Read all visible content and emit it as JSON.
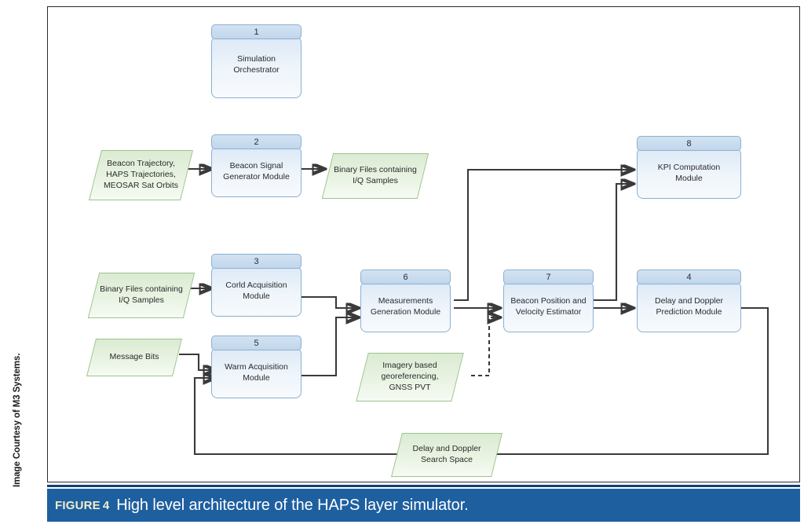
{
  "figure": {
    "tag": "FIGURE",
    "number": "4",
    "caption": "High level architecture of the HAPS layer simulator.",
    "credit": "Image Courtesy of M3 Systems.",
    "bar_color": "#1e5fa0",
    "tag_color": "#f2eecb"
  },
  "palette": {
    "process_fill": "#dce9f6",
    "process_border": "#8bb0d3",
    "data_fill": "#e4f0dc",
    "data_border": "#9cc48b",
    "connector": "#3a3a3a"
  },
  "nodes": [
    {
      "id": "1",
      "label": "Simulation Orchestrator"
    },
    {
      "id": "2",
      "label": "Beacon Signal\nGenerator Module"
    },
    {
      "id": "3",
      "label": "Corld Acquisition\nModule"
    },
    {
      "id": "4",
      "label": "Delay and Doppler\nPrediction Module"
    },
    {
      "id": "5",
      "label": "Warm Acquisition\nModule"
    },
    {
      "id": "6",
      "label": "Measurements\nGeneration Module"
    },
    {
      "id": "7",
      "label": "Beacon Position and\nVelocity Estimator"
    },
    {
      "id": "8",
      "label": "KPI Computation\nModule"
    }
  ],
  "data_shapes": [
    {
      "id": "d1",
      "label": "Beacon Trajectory,\nHAPS Trajectories,\nMEOSAR Sat Orbits"
    },
    {
      "id": "d2",
      "label": "Binary Files containing\nI/Q Samples"
    },
    {
      "id": "d3",
      "label": "Binary Files containing\nI/Q Samples"
    },
    {
      "id": "d4",
      "label": "Message Bits"
    },
    {
      "id": "d5",
      "label": "Imagery based\ngeoreferencing,\nGNSS PVT"
    },
    {
      "id": "d6",
      "label": "Delay and Doppler\nSearch Space"
    }
  ],
  "connectors": [
    {
      "from": "d1",
      "to": "2",
      "style": "solid"
    },
    {
      "from": "2",
      "to": "d2",
      "style": "solid"
    },
    {
      "from": "d3",
      "to": "3",
      "style": "solid"
    },
    {
      "from": "3",
      "to": "6",
      "style": "solid"
    },
    {
      "from": "d4",
      "to": "5",
      "style": "solid"
    },
    {
      "from": "5",
      "to": "6",
      "style": "solid"
    },
    {
      "from": "6",
      "to": "7",
      "style": "solid"
    },
    {
      "from": "6",
      "to": "8",
      "style": "solid"
    },
    {
      "from": "7",
      "to": "8",
      "style": "solid"
    },
    {
      "from": "7",
      "to": "4",
      "style": "solid"
    },
    {
      "from": "d5",
      "to": "7",
      "style": "dashed"
    },
    {
      "from": "4",
      "to": "d6",
      "style": "solid"
    },
    {
      "from": "d6",
      "to": "5",
      "style": "solid"
    }
  ]
}
